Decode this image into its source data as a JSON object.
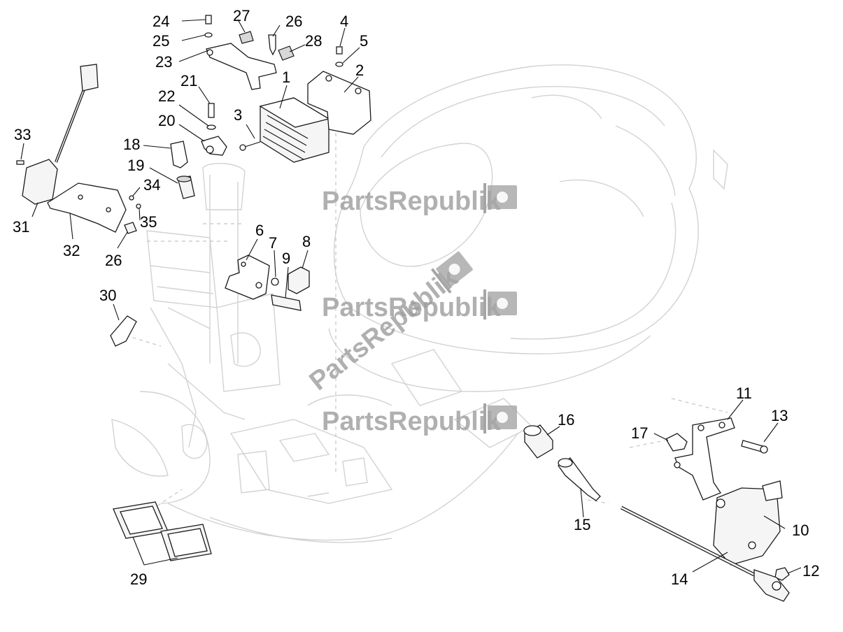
{
  "watermark": {
    "text": "PartsRepublik",
    "icon": "gear-flag-icon",
    "color": "#9d9d9d"
  },
  "callouts": [
    "1",
    "2",
    "3",
    "4",
    "5",
    "6",
    "7",
    "8",
    "9",
    "10",
    "11",
    "12",
    "13",
    "14",
    "15",
    "16",
    "17",
    "18",
    "19",
    "20",
    "21",
    "22",
    "23",
    "24",
    "25",
    "26",
    "26",
    "27",
    "28",
    "29",
    "30",
    "31",
    "32",
    "33",
    "34",
    "35"
  ],
  "colors": {
    "line": "#1a1a1a",
    "ghost": "#d2d2d2",
    "background": "#ffffff"
  }
}
